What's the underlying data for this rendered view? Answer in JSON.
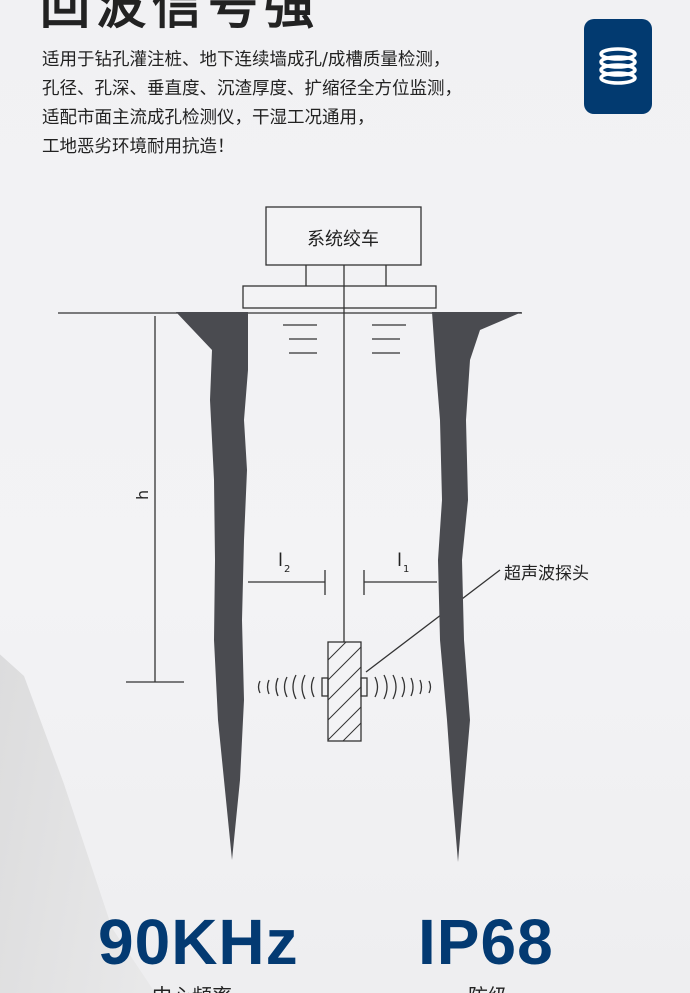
{
  "title": "回波信号强",
  "description": [
    "适用于钻孔灌注桩、地下连续墙成孔/成槽质量检测，",
    "孔径、孔深、垂直度、沉渣厚度、扩缩径全方位监测，",
    "适配市面主流成孔检测仪，干湿工况通用，",
    "工地恶劣环境耐用抗造！"
  ],
  "badge_icon": "stacked-coils-icon",
  "diagram": {
    "winch_label": "系统绞车",
    "depth_label": "h",
    "l2_label": "l",
    "l2_sub": "2",
    "l1_label": "l",
    "l1_sub": "1",
    "probe_label": "超声波探头"
  },
  "stats": [
    {
      "value": "90KHz",
      "label": "中心频率"
    },
    {
      "value": "IP68",
      "label": "防级"
    }
  ],
  "colors": {
    "accent": "#033a72",
    "wall": "#4a4b50"
  }
}
